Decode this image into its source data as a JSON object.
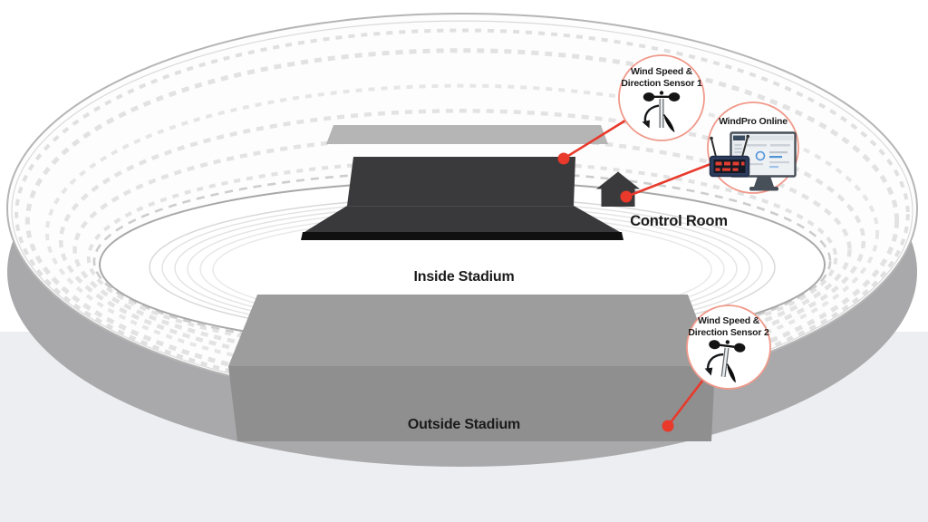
{
  "diagram": {
    "labels": {
      "inside_stadium": "Inside Stadium",
      "outside_stadium": "Outside Stadium",
      "control_room": "Control Room"
    },
    "callouts": [
      {
        "id": "sensor1",
        "line1": "Wind Speed &",
        "line2": "Direction Sensor 1",
        "icon": "anemometer-icon"
      },
      {
        "id": "windpro",
        "line1": "WindPro Online",
        "icon": "monitor-and-logger-icon"
      },
      {
        "id": "sensor2",
        "line1": "Wind Speed &",
        "line2": "Direction Sensor 2",
        "icon": "anemometer-icon"
      }
    ],
    "colors": {
      "accent_red": "#e8392b",
      "callout_border": "#f0998a",
      "stage_dark": "#3a3a3c",
      "stage_base": "#101010",
      "back_stand_gray": "#b5b5b5",
      "block_top_gray": "#9d9d9d",
      "block_front_gray": "#8f8f8f",
      "stadium_wall_gray": "#a9a9ab",
      "floor_gray": "#eceef2",
      "bowl_edge_gray": "#a8a8a8",
      "house_dark": "#3a3a3c"
    }
  }
}
